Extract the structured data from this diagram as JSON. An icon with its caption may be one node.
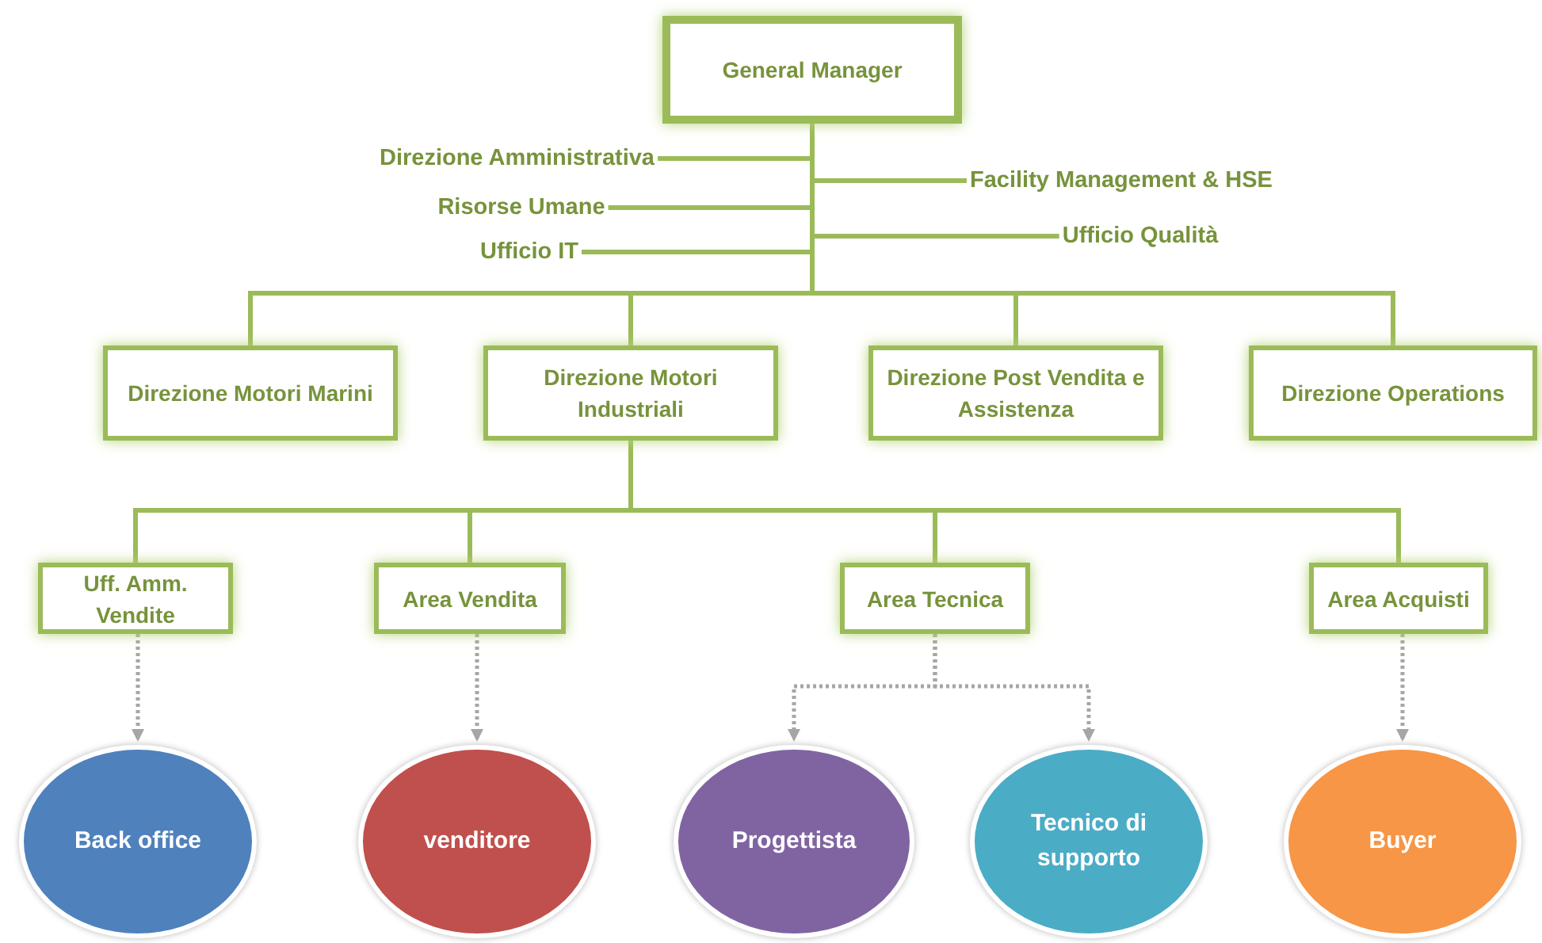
{
  "diagram": {
    "nodes": [
      {
        "text": [
          "General Manager"
        ]
      },
      {
        "text": [
          "Direzione Amministrativa"
        ]
      },
      {
        "text": [
          "Risorse Umane"
        ]
      },
      {
        "text": [
          "Ufficio IT"
        ]
      },
      {
        "text": [
          "Facility Management & HSE"
        ]
      },
      {
        "text": [
          "Ufficio Qualità"
        ]
      },
      {
        "text": [
          "Direzione Motori Marini"
        ]
      },
      {
        "text": [
          "Direzione Motori Industriali"
        ]
      },
      {
        "text": [
          "Direzione Post Vendita e Assistenza"
        ]
      },
      {
        "text": [
          "Direzione Operations"
        ]
      },
      {
        "text": [
          "Uff. Amm. Vendite"
        ]
      },
      {
        "text": [
          "Area Vendita"
        ]
      },
      {
        "text": [
          "Area Tecnica"
        ]
      },
      {
        "text": [
          "Area Acquisti"
        ]
      },
      {
        "text": [
          "Back office"
        ]
      },
      {
        "text": [
          "venditore"
        ]
      },
      {
        "text": [
          "Progettista"
        ]
      },
      {
        "text": [
          "Tecnico di supporto"
        ]
      },
      {
        "text": [
          "Buyer"
        ]
      }
    ],
    "edges": [
      {
        "from": 0,
        "to": 1,
        "arrow": "none"
      },
      {
        "from": 0,
        "to": 2,
        "arrow": "none"
      },
      {
        "from": 0,
        "to": 3,
        "arrow": "none"
      },
      {
        "from": 0,
        "to": 4,
        "arrow": "none"
      },
      {
        "from": 0,
        "to": 5,
        "arrow": "none"
      },
      {
        "from": 0,
        "to": 6,
        "arrow": "none"
      },
      {
        "from": 0,
        "to": 7,
        "arrow": "none"
      },
      {
        "from": 0,
        "to": 8,
        "arrow": "none"
      },
      {
        "from": 0,
        "to": 9,
        "arrow": "none"
      },
      {
        "from": 7,
        "to": 10,
        "arrow": "none"
      },
      {
        "from": 7,
        "to": 11,
        "arrow": "none"
      },
      {
        "from": 7,
        "to": 12,
        "arrow": "none"
      },
      {
        "from": 7,
        "to": 13,
        "arrow": "none"
      },
      {
        "from": 10,
        "to": 14,
        "arrow": "to",
        "style": "dashed",
        "color": "#a6a6a6"
      },
      {
        "from": 11,
        "to": 15,
        "arrow": "to",
        "style": "dashed",
        "color": "#a6a6a6"
      },
      {
        "from": 12,
        "to": 16,
        "arrow": "to",
        "style": "dashed",
        "color": "#a6a6a6"
      },
      {
        "from": 12,
        "to": 17,
        "arrow": "to",
        "style": "dashed",
        "color": "#a6a6a6"
      },
      {
        "from": 13,
        "to": 18,
        "arrow": "to",
        "style": "dashed",
        "color": "#a6a6a6"
      }
    ]
  }
}
